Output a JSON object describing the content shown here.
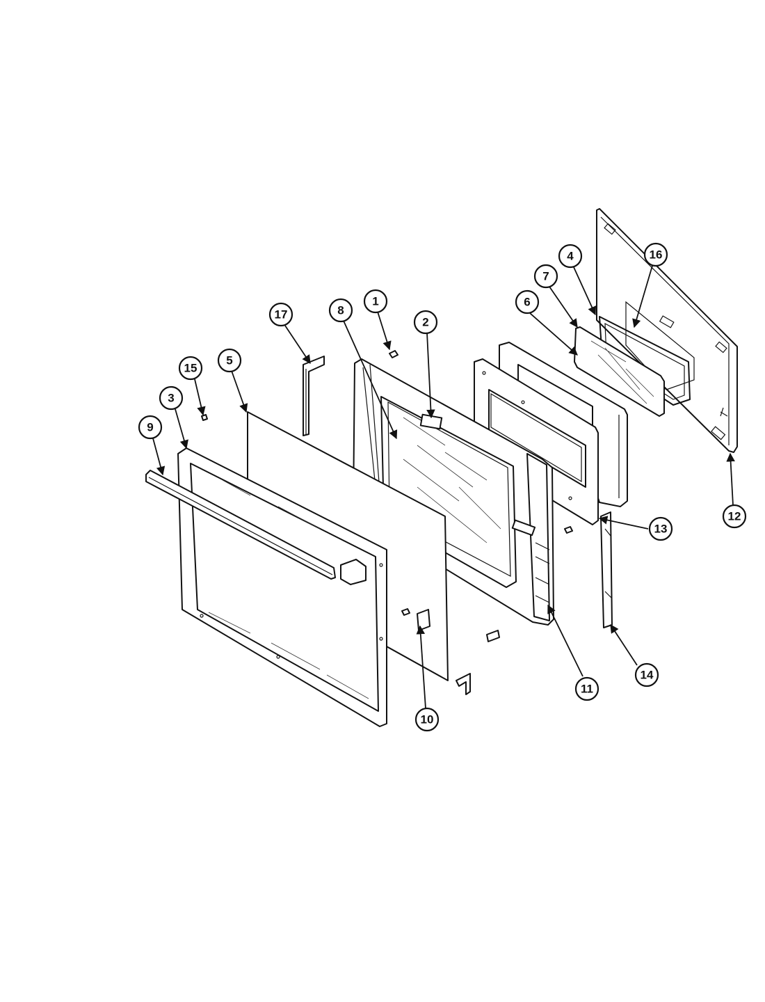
{
  "callouts": [
    {
      "id": "callout-1",
      "label": "1"
    },
    {
      "id": "callout-2",
      "label": "2"
    },
    {
      "id": "callout-3",
      "label": "3"
    },
    {
      "id": "callout-4",
      "label": "4"
    },
    {
      "id": "callout-5",
      "label": "5"
    },
    {
      "id": "callout-6",
      "label": "6"
    },
    {
      "id": "callout-7",
      "label": "7"
    },
    {
      "id": "callout-8",
      "label": "8"
    },
    {
      "id": "callout-9",
      "label": "9"
    },
    {
      "id": "callout-10",
      "label": "10"
    },
    {
      "id": "callout-11",
      "label": "11"
    },
    {
      "id": "callout-12",
      "label": "12"
    },
    {
      "id": "callout-13",
      "label": "13"
    },
    {
      "id": "callout-14",
      "label": "14"
    },
    {
      "id": "callout-15",
      "label": "15"
    },
    {
      "id": "callout-16",
      "label": "16"
    },
    {
      "id": "callout-17",
      "label": "17"
    }
  ]
}
